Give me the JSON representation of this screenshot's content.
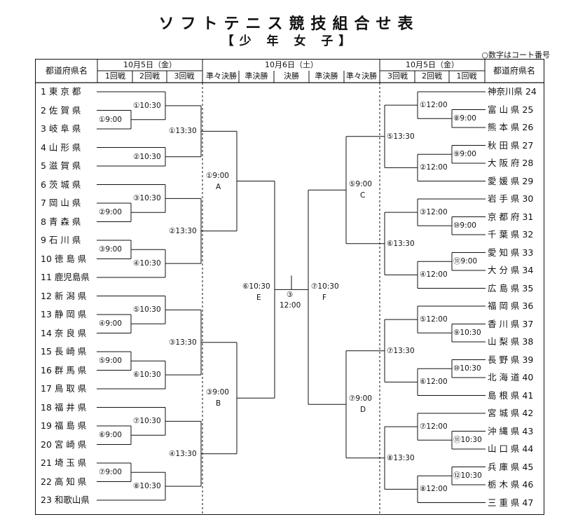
{
  "header": {
    "title": "ソフトテニス競技組合せ表",
    "subtitle": "【少 年 女 子】",
    "note": "○数字はコート番号"
  },
  "table_header": {
    "pref_col_left": "都道府県名",
    "pref_col_right": "都道府県名",
    "day_left": "10月5日（金）",
    "day_center": "10月6日（土）",
    "day_right": "10月5日（金）",
    "round1": "1回戦",
    "round2": "2回戦",
    "round3": "3回戦",
    "quarterfinal": "準々決勝",
    "semifinal": "準決勝",
    "final": "決勝"
  },
  "left_prefectures": [
    "1 東 京 都",
    "2 佐 賀 県",
    "3 岐 阜 県",
    "4 山 形 県",
    "5 滋 賀 県",
    "6 茨 城 県",
    "7 岡 山 県",
    "8 青 森 県",
    "9 石 川 県",
    "10 徳 島 県",
    "11 鹿児島県",
    "12 新 潟 県",
    "13 静 岡 県",
    "14 奈 良 県",
    "15 長 崎 県",
    "16 群 馬 県",
    "17 鳥 取 県",
    "18 福 井 県",
    "19 福 島 県",
    "20 宮 崎 県",
    "21 埼 玉 県",
    "22 高 知 県",
    "23 和歌山県"
  ],
  "right_prefectures": [
    "神奈川県 24",
    "富 山 県 25",
    "熊 本 県 26",
    "秋 田 県 27",
    "大 阪 府 28",
    "愛 媛 県 29",
    "岩 手 県 30",
    "京 都 府 31",
    "千 葉 県 32",
    "愛 知 県 33",
    "大 分 県 34",
    "広 島 県 35",
    "福 岡 県 36",
    "香 川 県 37",
    "山 梨 県 38",
    "長 野 県 39",
    "北 海 道 40",
    "島 根 県 41",
    "宮 城 県 42",
    "沖 縄 県 43",
    "山 口 県 44",
    "兵 庫 県 45",
    "栃 木 県 46",
    "三 重 県 47"
  ],
  "left_round1": [
    "①9:00",
    "②9:00",
    "③9:00",
    "④9:00",
    "⑤9:00",
    "⑥9:00",
    "⑦9:00"
  ],
  "left_round2": [
    "①10:30",
    "②10:30",
    "③10:30",
    "④10:30",
    "⑤10:30",
    "⑥10:30",
    "⑦10:30",
    "⑧10:30"
  ],
  "left_round3": [
    "①13:30",
    "②13:30",
    "③13:30",
    "④13:30"
  ],
  "right_round1": [
    "⑧9:00",
    "⑨9:00",
    "⑩9:00",
    "⑪9:00",
    "⑨10:30",
    "⑩10:30",
    "⑪10:30",
    "⑫10:30"
  ],
  "right_round2": [
    "①12:00",
    "②12:00",
    "③12:00",
    "④12:00",
    "⑤12:00",
    "⑥12:00",
    "⑦12:00",
    "⑧12:00"
  ],
  "right_round3": [
    "⑤13:30",
    "⑥13:30",
    "⑦13:30",
    "⑧13:30"
  ],
  "quarterfinals": [
    {
      "time": "①9:00",
      "group": "A"
    },
    {
      "time": "③9:00",
      "group": "B"
    },
    {
      "time": "⑤9:00",
      "group": "C"
    },
    {
      "time": "⑦9:00",
      "group": "D"
    }
  ],
  "semifinals": [
    {
      "time": "⑥10:30",
      "group": "E"
    },
    {
      "time": "⑦10:30",
      "group": "F"
    }
  ],
  "final": {
    "court": "③",
    "time": "12:00"
  }
}
